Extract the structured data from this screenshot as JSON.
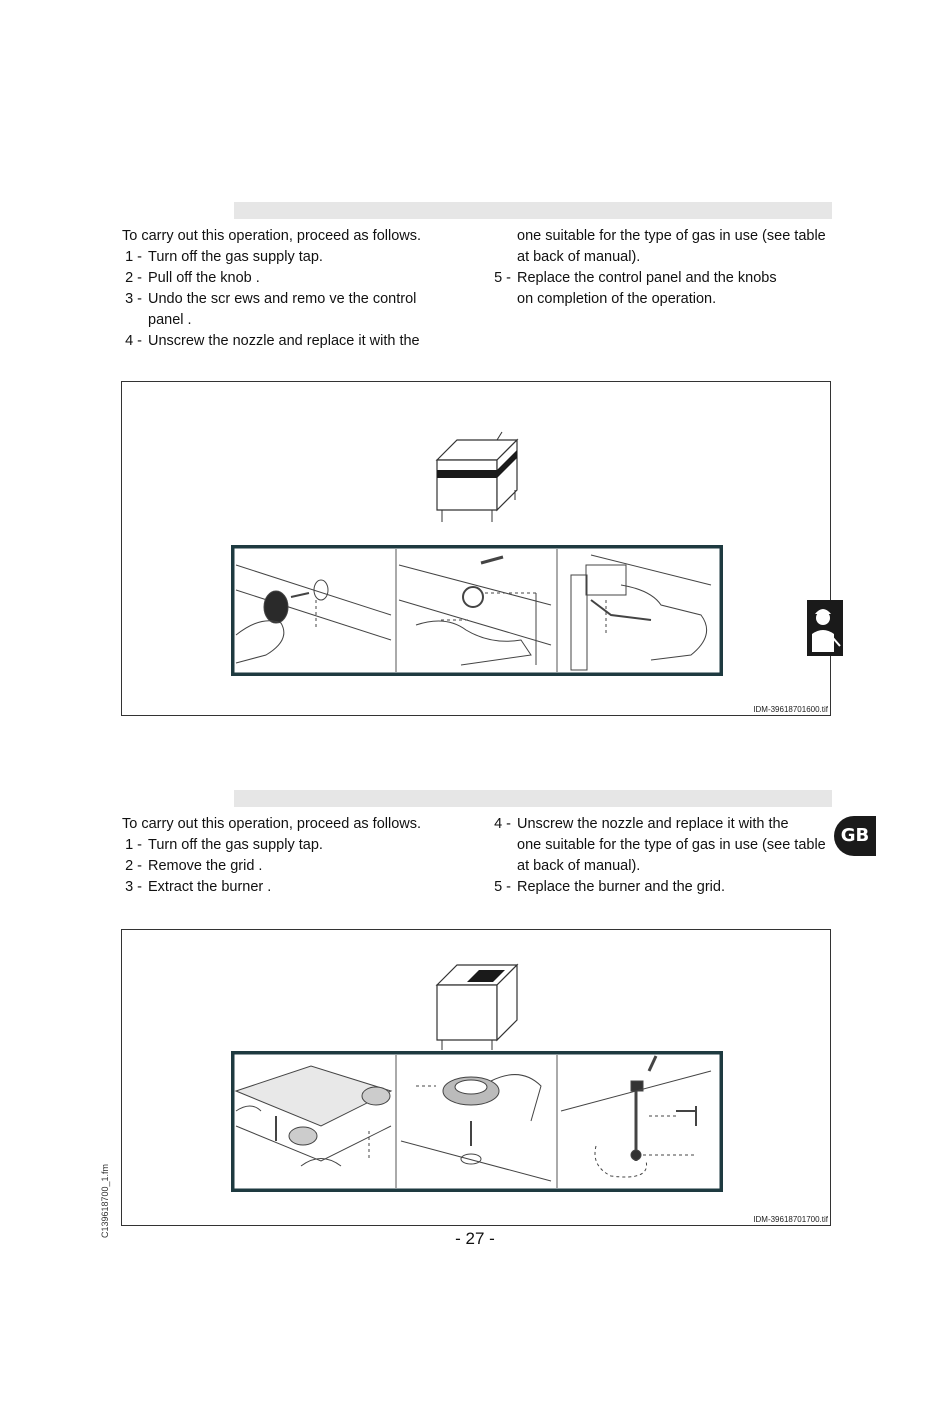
{
  "section1": {
    "intro": "To carry out this operation, proceed as follows.",
    "steps": [
      {
        "num": "1 -",
        "text": "Turn off the gas supply tap."
      },
      {
        "num": "2 -",
        "text": "Pull off the knob     ."
      },
      {
        "num": "3 -",
        "text": "Undo  the  scr ews        and  remo ve  the  control"
      },
      {
        "num": "",
        "text": "panel     ."
      },
      {
        "num": "4 -",
        "text": "Unscrew the nozzle        and replace it with the"
      }
    ],
    "right_lines": [
      {
        "num": "",
        "text": "one suitable for the type of gas in use (see table"
      },
      {
        "num": "",
        "text": "at back of manual)."
      },
      {
        "num": "5 -",
        "text": "Replace the control panel       and the knobs"
      },
      {
        "num": "",
        "text": "on completion of the operation."
      }
    ],
    "figure_id": "IDM-39618701600.tif"
  },
  "section2": {
    "intro": "To carry out this operation, proceed as follows.",
    "steps": [
      {
        "num": "1 -",
        "text": "Turn off the gas supply tap."
      },
      {
        "num": "2 -",
        "text": "Remove the grid     ."
      },
      {
        "num": "3 -",
        "text": "Extract the burner      ."
      }
    ],
    "right_lines": [
      {
        "num": "4 -",
        "text": "Unscrew the nozzle        and replace it with the"
      },
      {
        "num": "",
        "text": "one suitable for the type of gas in use (see table"
      },
      {
        "num": "",
        "text": "at back of manual)."
      },
      {
        "num": "5 -",
        "text": "Replace the burner and the grid."
      }
    ],
    "figure_id": "IDM-39618701700.tif"
  },
  "page_number": "- 27 -",
  "side_code": "C139618700_1.fm",
  "language_tab": "GB",
  "colors": {
    "panel_frame": "#1e3a40",
    "heading_bar": "#e6e6e6"
  }
}
